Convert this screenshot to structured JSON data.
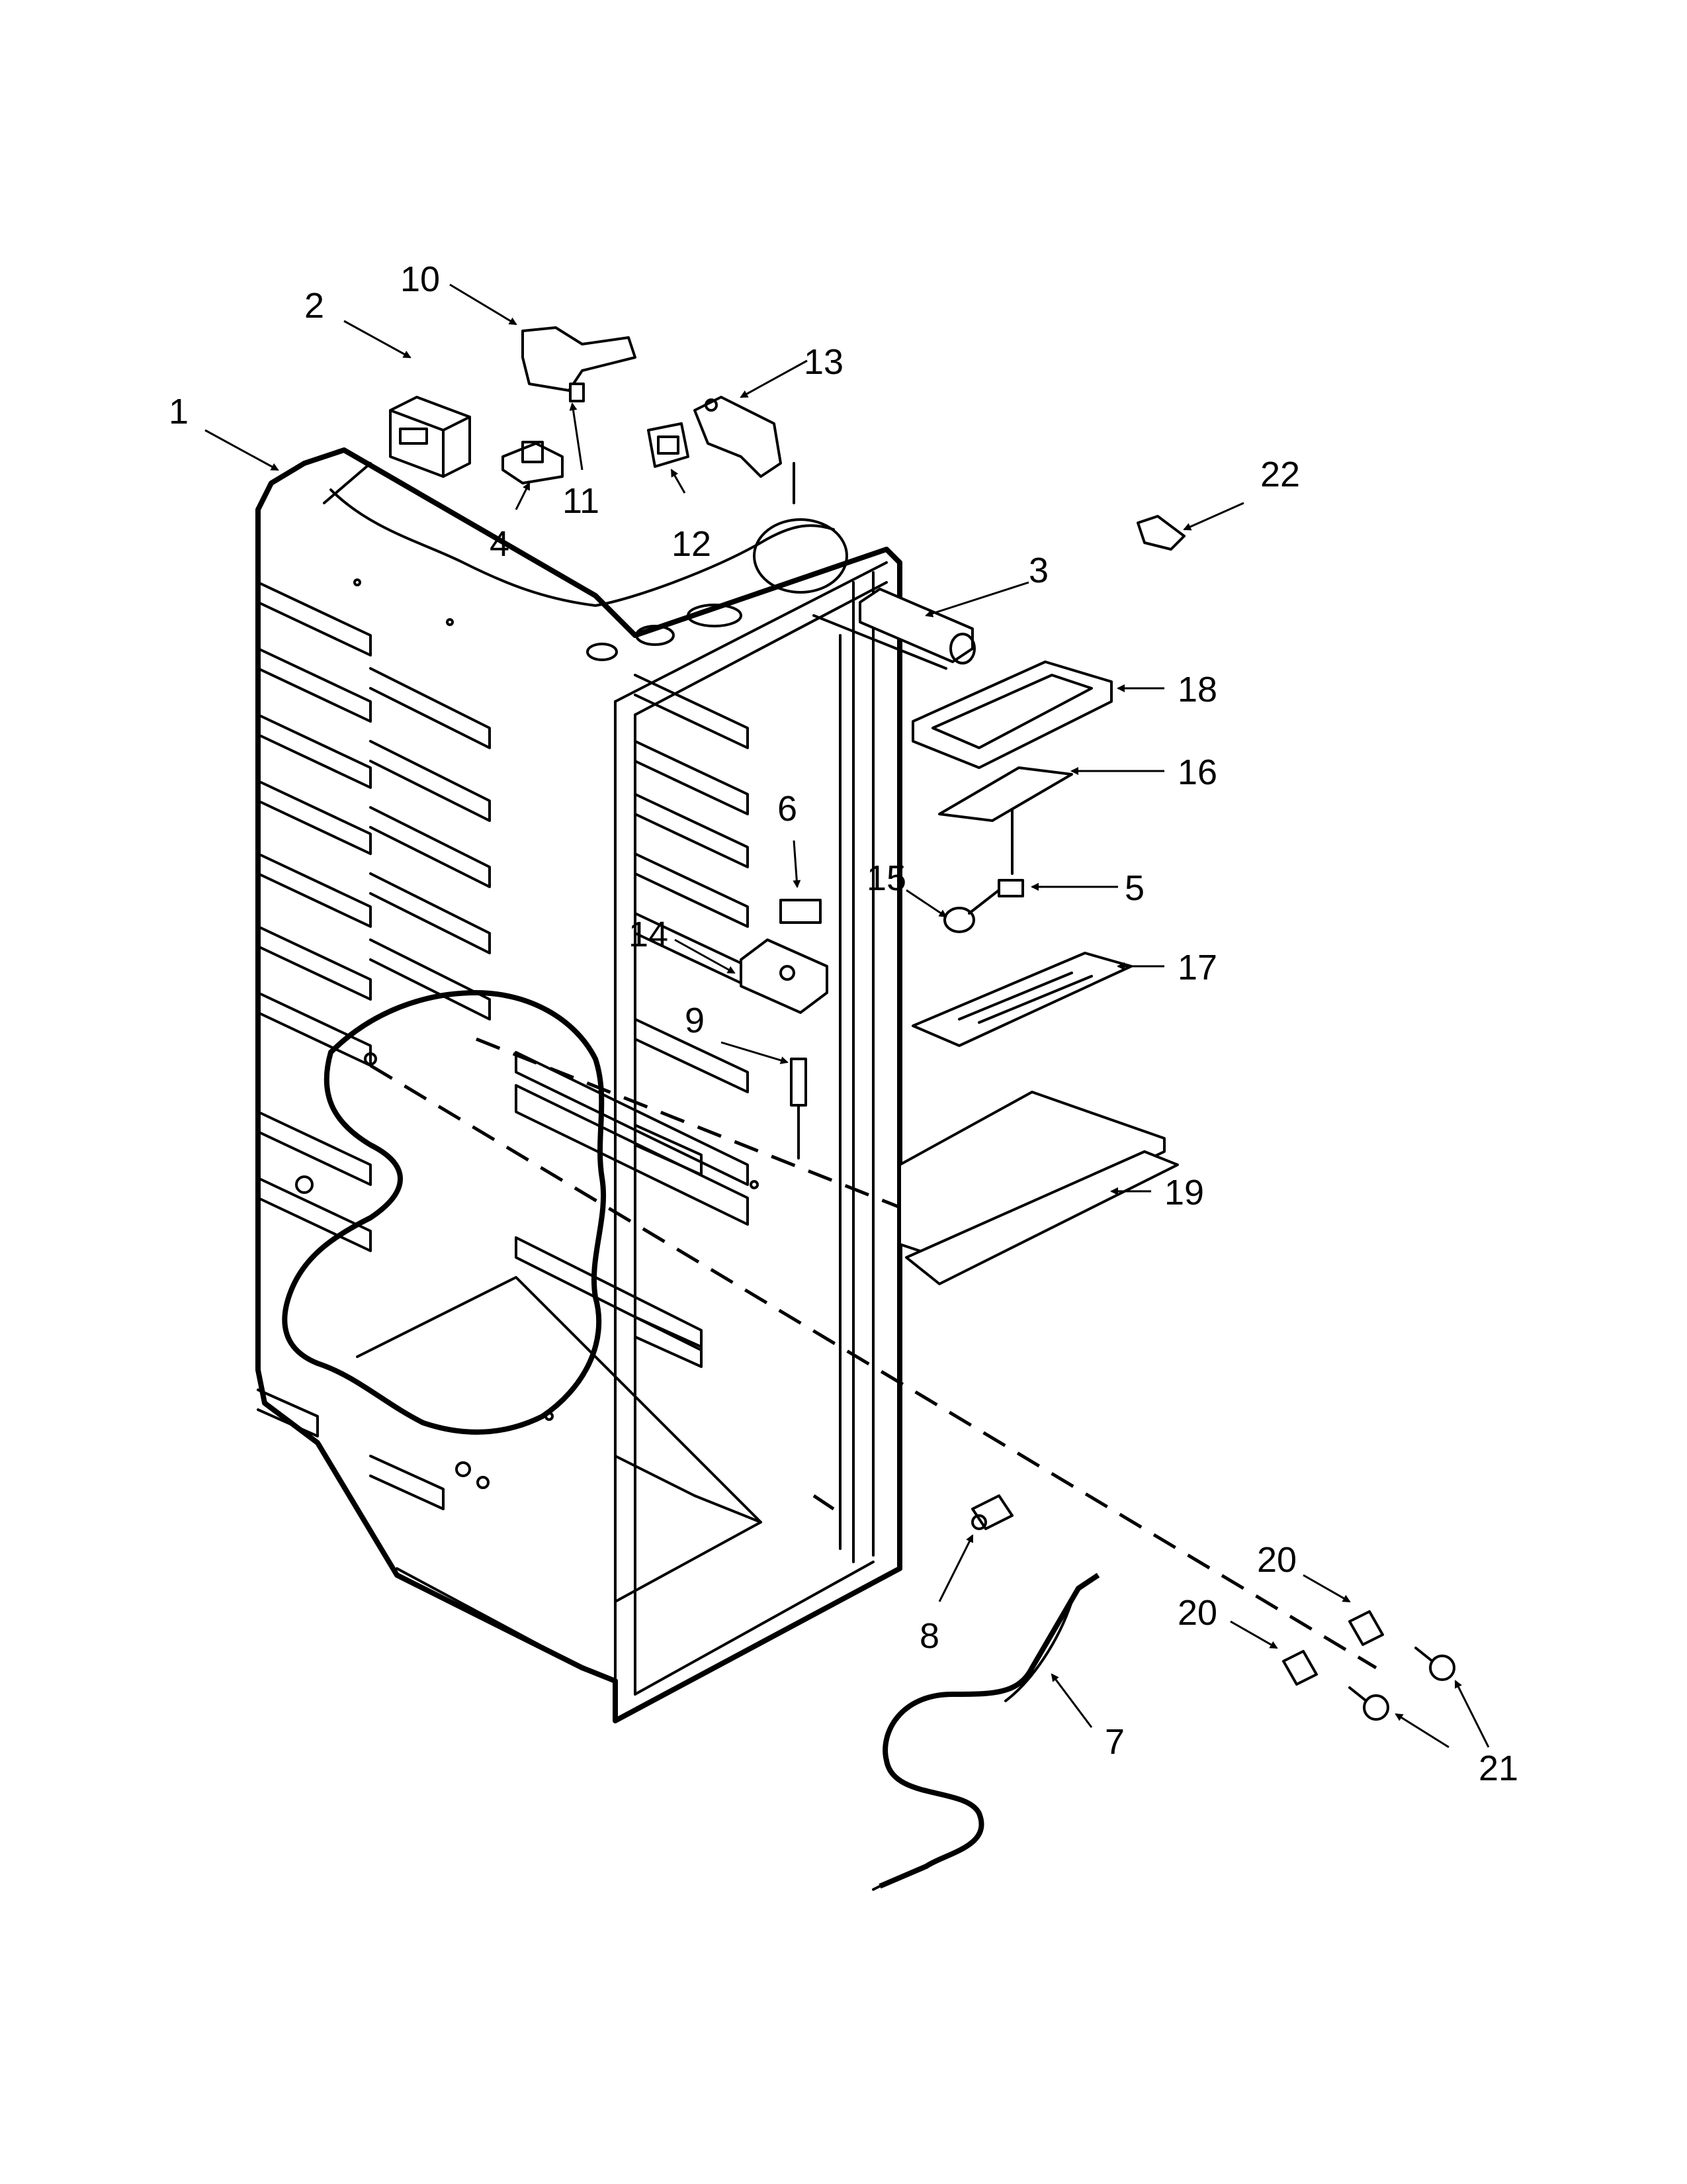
{
  "callouts": {
    "c1": "1",
    "c2": "2",
    "c3": "3",
    "c4": "4",
    "c5": "5",
    "c6": "6",
    "c7": "7",
    "c8": "8",
    "c9": "9",
    "c10": "10",
    "c11": "11",
    "c12": "12",
    "c13": "13",
    "c14": "14",
    "c15": "15",
    "c16": "16",
    "c17": "17",
    "c18": "18",
    "c19": "19",
    "c20a": "20",
    "c20b": "20",
    "c21": "21",
    "c22": "22"
  }
}
